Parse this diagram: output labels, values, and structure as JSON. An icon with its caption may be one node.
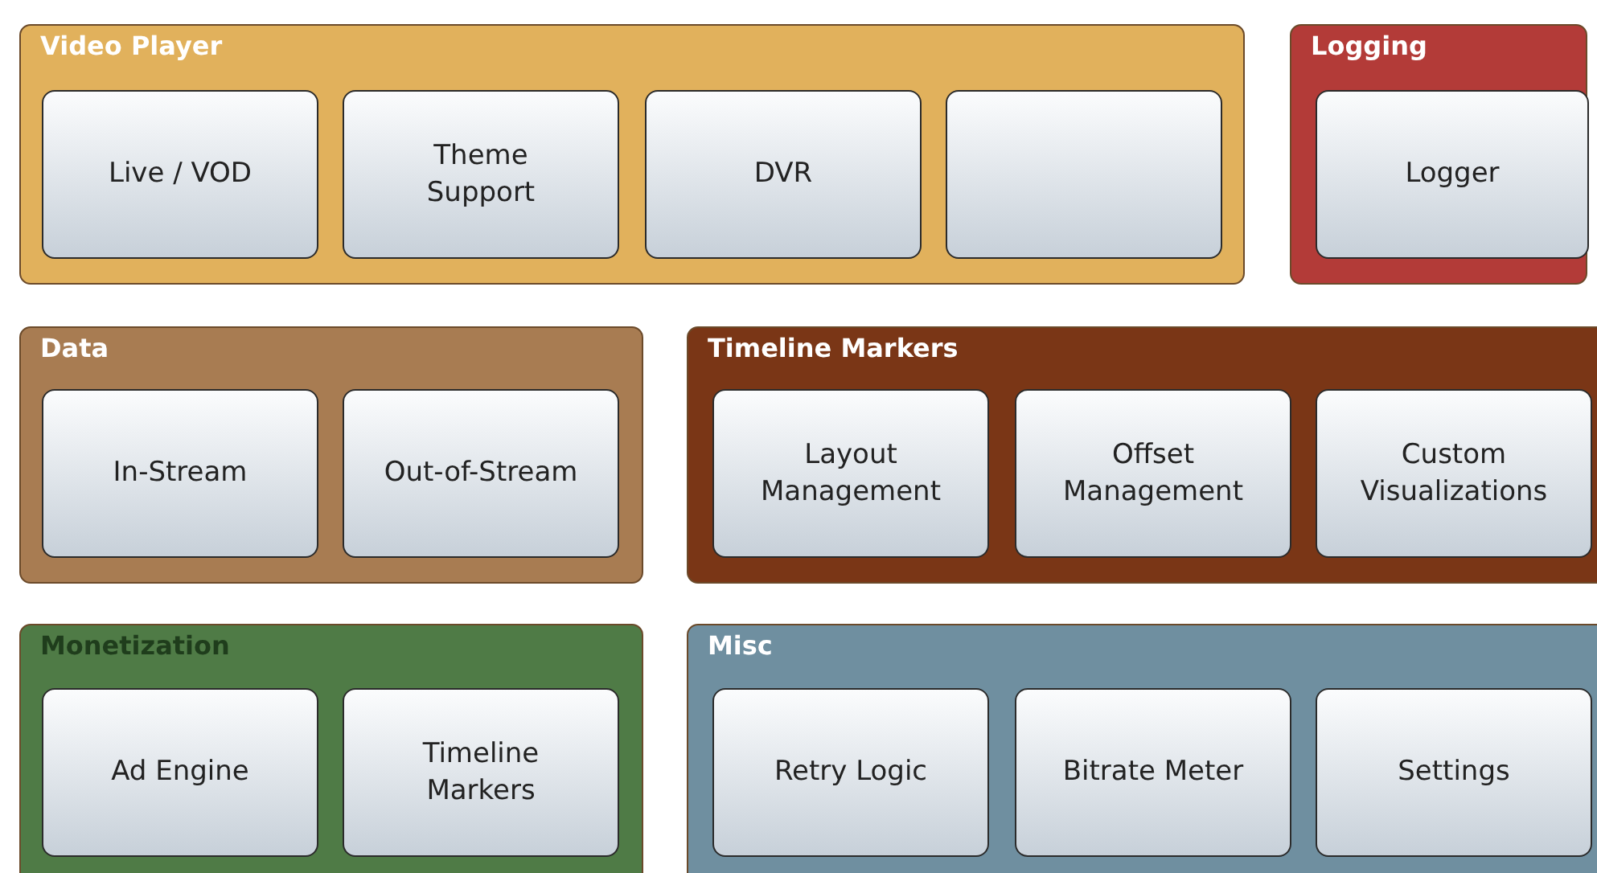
{
  "diagram": {
    "nodes": [
      {
        "text": [
          "Video Player"
        ]
      },
      {
        "text": [
          "Live / VOD"
        ],
        "in": 0
      },
      {
        "text": [
          "Theme Support"
        ],
        "in": 0
      },
      {
        "text": [
          "DVR"
        ],
        "in": 0
      },
      {
        "text": [],
        "shape": "box",
        "in": 0
      },
      {
        "text": [
          "Logging"
        ]
      },
      {
        "text": [
          "Logger"
        ],
        "in": 5
      },
      {
        "text": [
          "Data"
        ]
      },
      {
        "text": [
          "In-Stream"
        ],
        "in": 7
      },
      {
        "text": [
          "Out-of-Stream"
        ],
        "in": 7
      },
      {
        "text": [
          "Timeline Markers"
        ]
      },
      {
        "text": [
          "Layout Management"
        ],
        "in": 10
      },
      {
        "text": [
          "Offset Management"
        ],
        "in": 10
      },
      {
        "text": [
          "Custom Visualizations"
        ],
        "in": 10
      },
      {
        "text": [
          "Monetization"
        ]
      },
      {
        "text": [
          "Ad Engine"
        ],
        "in": 14
      },
      {
        "text": [
          "Timeline Markers"
        ],
        "in": 14
      },
      {
        "text": [
          "Misc"
        ]
      },
      {
        "text": [
          "Retry Logic"
        ],
        "in": 17
      },
      {
        "text": [
          "Bitrate Meter"
        ],
        "in": 17
      },
      {
        "text": [
          "Settings"
        ],
        "in": 17
      }
    ]
  }
}
